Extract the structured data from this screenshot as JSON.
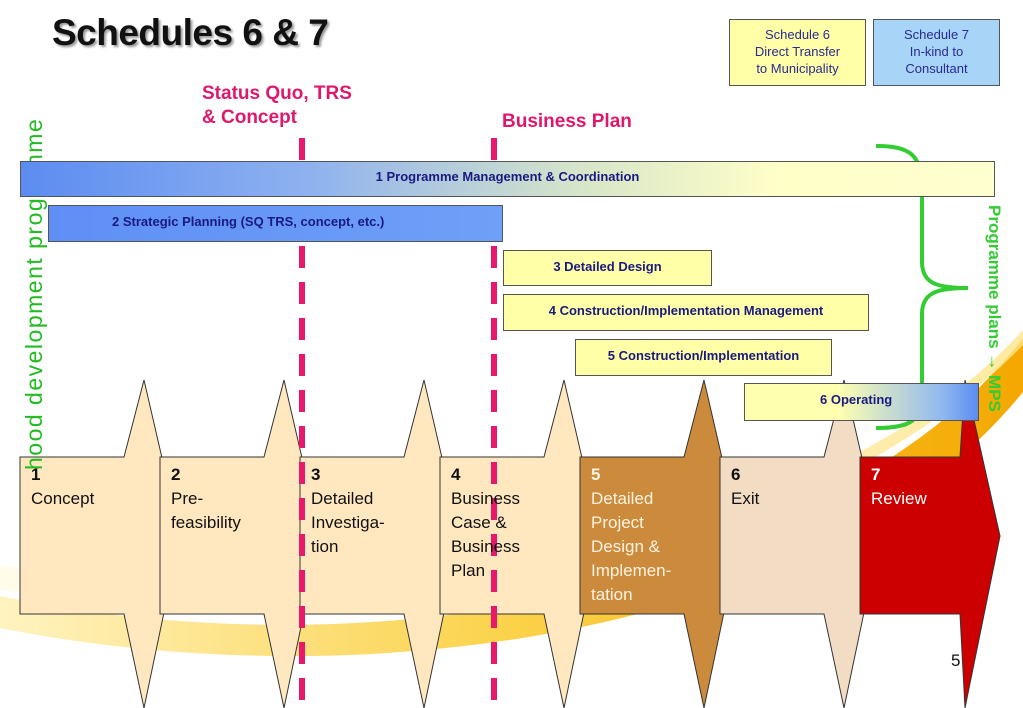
{
  "title": "Schedules 6 & 7",
  "legend": {
    "schedule6": {
      "lines": [
        "Schedule 6",
        "Direct Transfer",
        "to Municipality"
      ],
      "color": "#ffffa8"
    },
    "schedule7": {
      "lines": [
        "Schedule 7",
        "In-kind to",
        "Consultant"
      ],
      "color": "#a8d4f8"
    }
  },
  "milestones": [
    {
      "text": "Status Quo, TRS\n& Concept"
    },
    {
      "text": "Business Plan"
    }
  ],
  "side_left_text": "hood development programme",
  "side_right_text": "Programme plans → MPS",
  "bars": [
    {
      "label": "1  Programme Management & Coordination"
    },
    {
      "label": "2 Strategic Planning (SQ TRS, concept, etc.)"
    },
    {
      "label": "3 Detailed Design"
    },
    {
      "label": "4 Construction/Implementation Management"
    },
    {
      "label": "5 Construction/Implementation"
    },
    {
      "label": "6 Operating"
    }
  ],
  "stages": [
    {
      "num": "1",
      "text": "Concept",
      "fill": "#ffe8c0",
      "text_color": "#111111"
    },
    {
      "num": "2",
      "text": "Pre-\nfeasibility",
      "fill": "#ffe8c0",
      "text_color": "#111111"
    },
    {
      "num": "3",
      "text": "Detailed\nInvestiga-\ntion",
      "fill": "#ffe8c0",
      "text_color": "#111111"
    },
    {
      "num": "4",
      "text": "Business\nCase &\nBusiness\nPlan",
      "fill": "#ffe8c0",
      "text_color": "#111111"
    },
    {
      "num": "5",
      "text": "Detailed\nProject\nDesign &\nImplemen-\ntation",
      "fill": "#cc8a3c",
      "text_color": "#fff4e0"
    },
    {
      "num": "6",
      "text": "Exit",
      "fill": "#f2dcc4",
      "text_color": "#111111"
    },
    {
      "num": "7",
      "text": "Review",
      "fill": "#cc0000",
      "text_color": "#ffffff"
    }
  ],
  "colors": {
    "milestone": "#e0186c",
    "side_text": "#22bb22",
    "brace": "#33cc33",
    "swoosh": "#f5b800"
  },
  "page_number": "5"
}
